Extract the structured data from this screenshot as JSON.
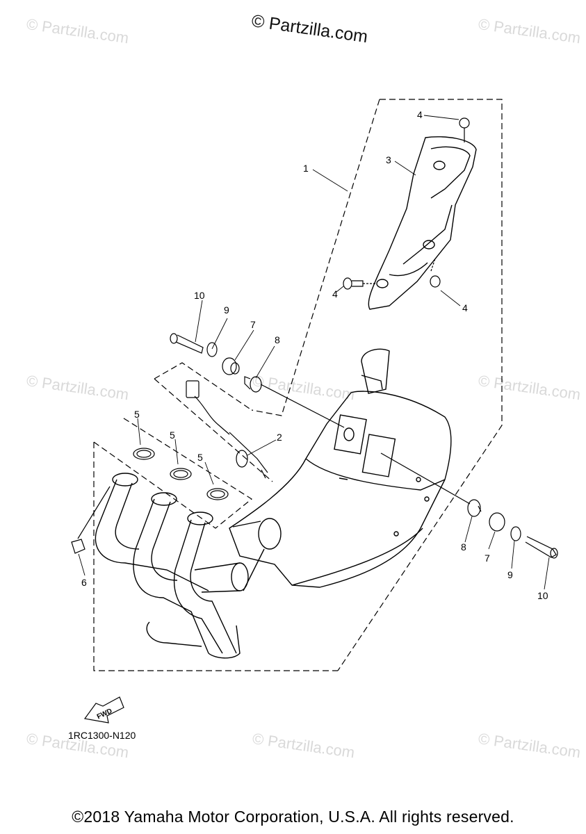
{
  "watermark": {
    "text": "© Partzilla.com",
    "header_text": "© Partzilla.com"
  },
  "diagram": {
    "part_code": "1RC1300-N120",
    "fwd_label": "FWD",
    "callouts": {
      "c1": "1",
      "c2": "2",
      "c3": "3",
      "c4a": "4",
      "c4b": "4",
      "c4c": "4",
      "c5a": "5",
      "c5b": "5",
      "c5c": "5",
      "c6": "6",
      "c7a": "7",
      "c7b": "7",
      "c8a": "8",
      "c8b": "8",
      "c9a": "9",
      "c9b": "9",
      "c10a": "10",
      "c10b": "10"
    }
  },
  "footer": {
    "copyright": "©2018 Yamaha Motor Corporation, U.S.A. All rights reserved."
  }
}
